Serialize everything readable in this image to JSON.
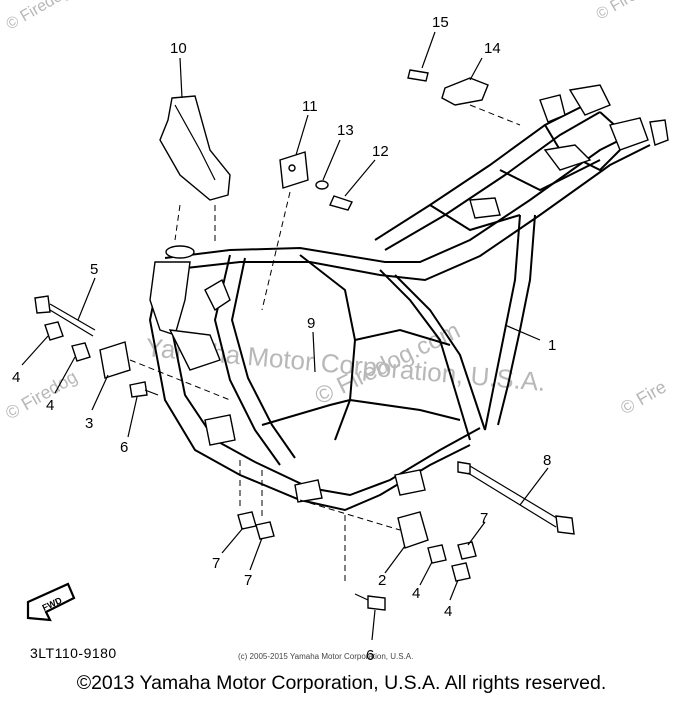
{
  "diagram_code": "3LT110-9180",
  "small_copyright": "(c) 2005-2015 Yamaha Motor Corporation, U.S.A.",
  "copyright": "©2013 Yamaha Motor Corporation, U.S.A. All rights reserved.",
  "watermark_center": "Yamaha Motor Corporation, U.S.A.",
  "watermark_site": "© Firedog.com",
  "watermark_edge_left": "© Firedog",
  "watermark_edge_right": "© Fire",
  "fwd_label": "FWD",
  "callouts": [
    "15",
    "14",
    "10",
    "11",
    "13",
    "12",
    "5",
    "1",
    "9",
    "4",
    "4",
    "3",
    "6",
    "8",
    "7",
    "7",
    "7",
    "2",
    "4",
    "4",
    "6"
  ],
  "colors": {
    "ink": "#000000",
    "watermark": "#b8b8b8",
    "background": "#ffffff"
  }
}
